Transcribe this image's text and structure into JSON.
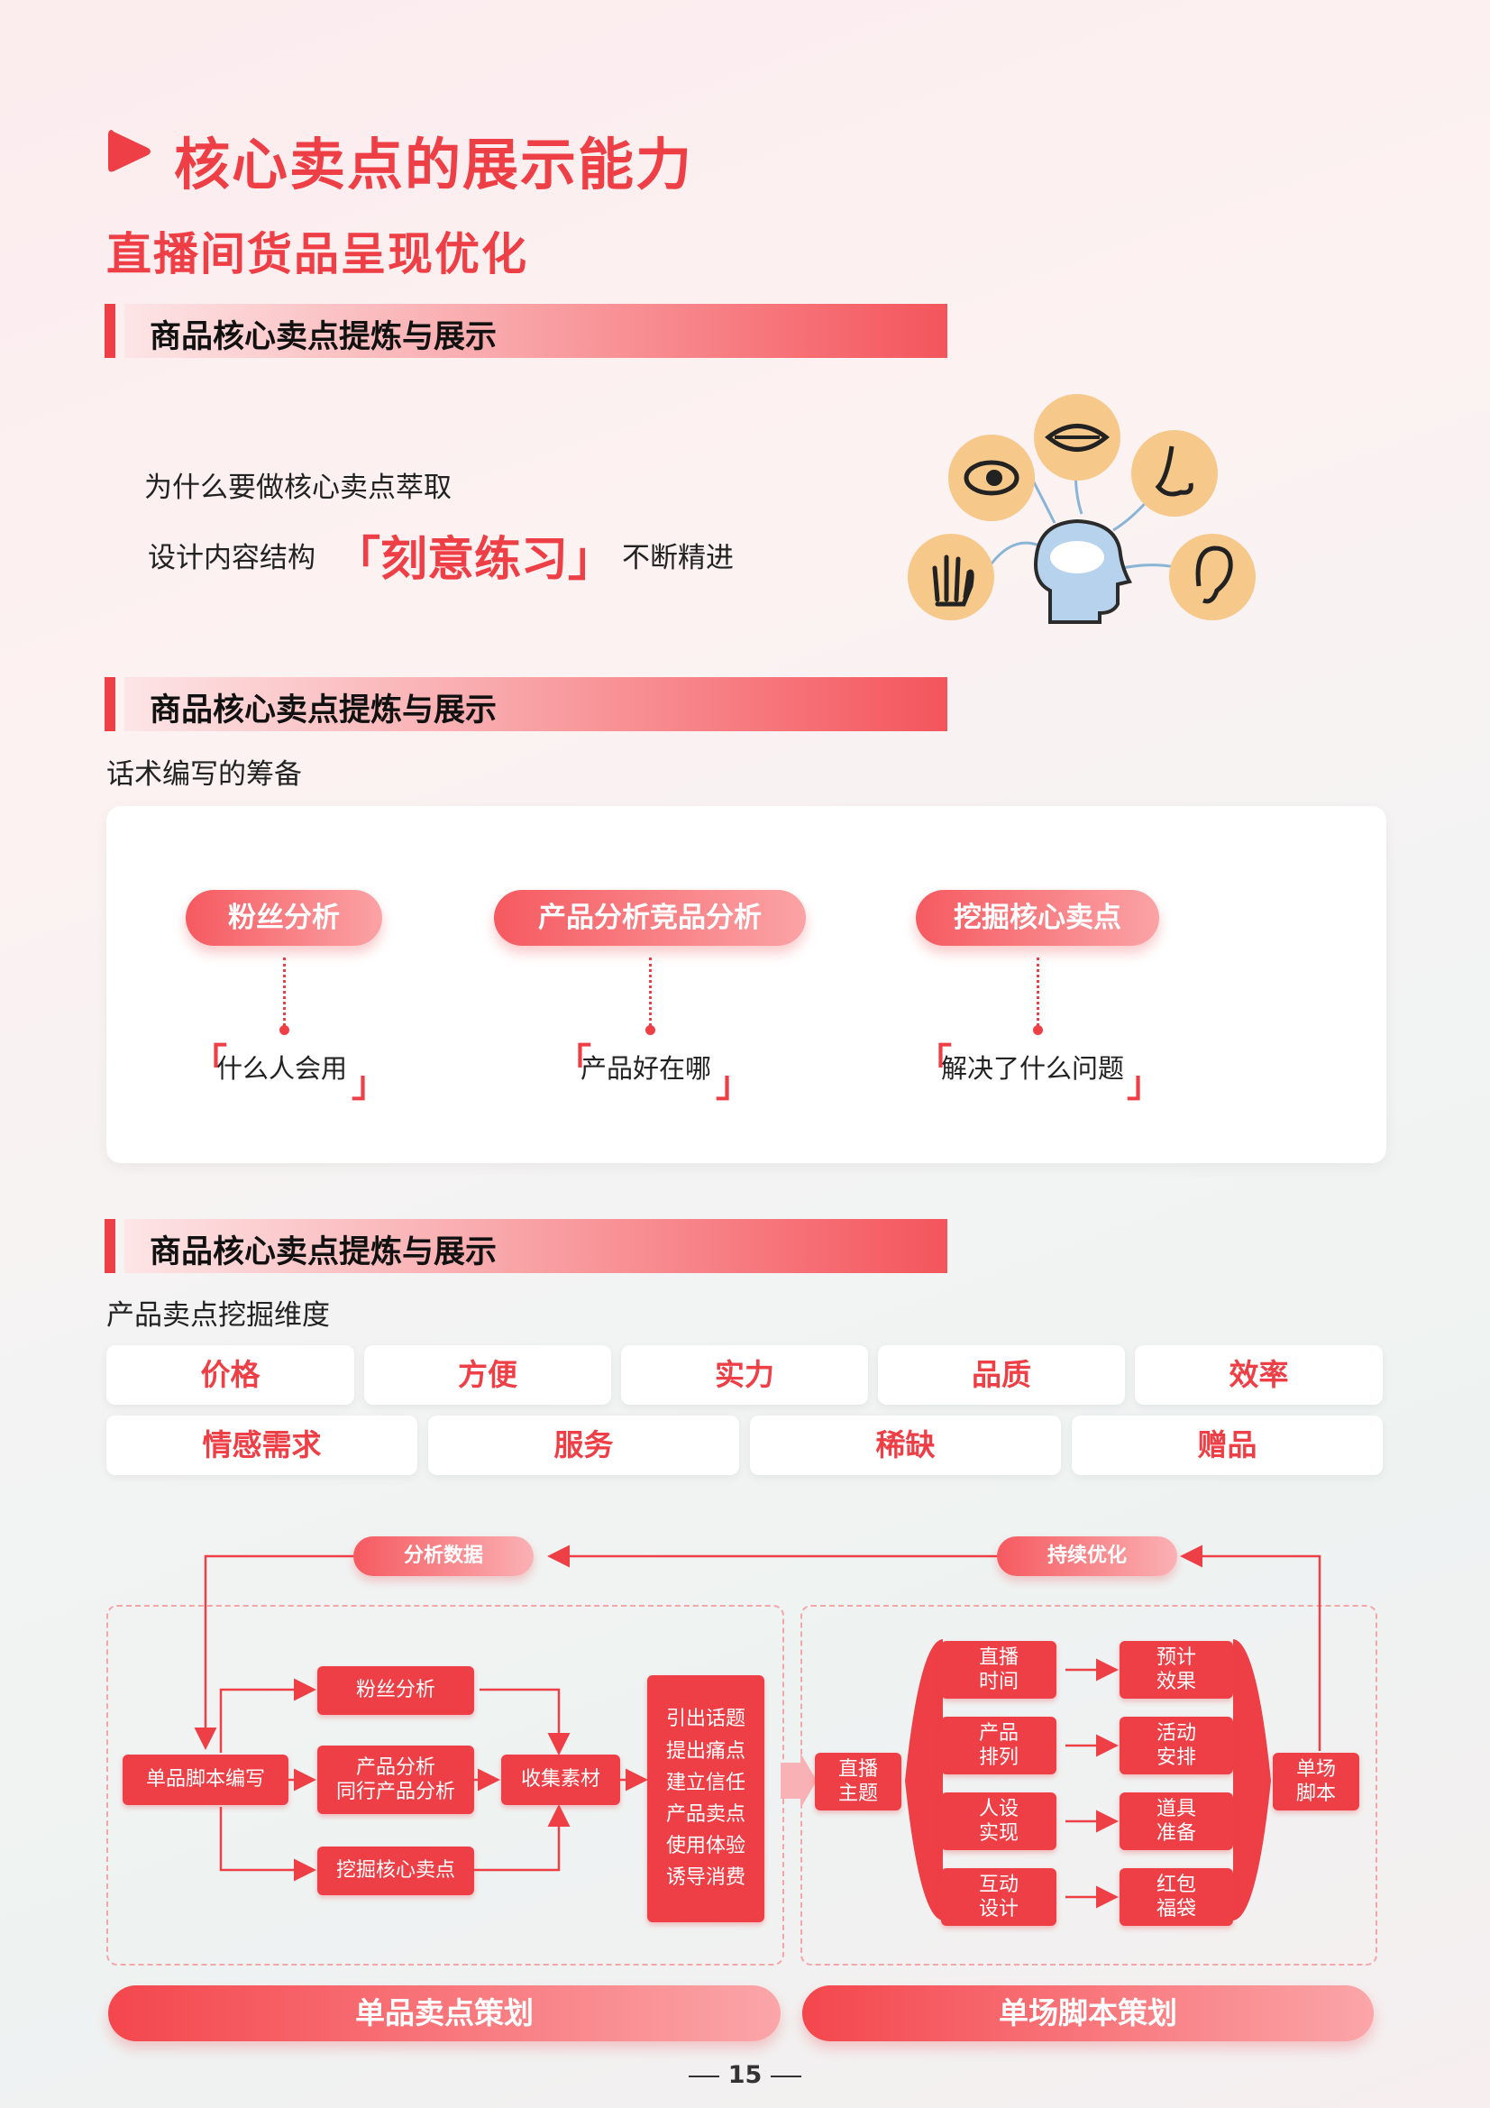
{
  "header": {
    "title": "核心卖点的展示能力",
    "subtitle": "直播间货品呈现优化"
  },
  "section1": {
    "bar_title": "商品核心卖点提炼与展示",
    "line1": "为什么要做核心卖点萃取",
    "line2_prefix": "设计内容结构",
    "line2_emphasis": "「刻意练习」",
    "line2_suffix": "不断精进"
  },
  "section2": {
    "bar_title": "商品核心卖点提炼与展示",
    "caption": "话术编写的筹备",
    "items": [
      {
        "label": "粉丝分析",
        "question": "什么人会用"
      },
      {
        "label": "产品分析竞品分析",
        "question": "产品好在哪"
      },
      {
        "label": "挖掘核心卖点",
        "question": "解决了什么问题"
      }
    ]
  },
  "section3": {
    "bar_title": "商品核心卖点提炼与展示",
    "caption": "产品卖点挖掘维度",
    "row1": [
      "价格",
      "方便",
      "实力",
      "品质",
      "效率"
    ],
    "row2": [
      "情感需求",
      "服务",
      "稀缺",
      "赠品"
    ]
  },
  "flow": {
    "top_left": "分析数据",
    "top_right": "持续优化",
    "left": {
      "start": "单品脚本编写",
      "branch1": "粉丝分析",
      "branch2_line1": "产品分析",
      "branch2_line2": "同行产品分析",
      "branch3": "挖掘核心卖点",
      "collect": "收集素材",
      "list": [
        "引出话题",
        "提出痛点",
        "建立信任",
        "产品卖点",
        "使用体验",
        "诱导消费"
      ]
    },
    "right": {
      "start_line1": "直播",
      "start_line2": "主题",
      "mid": [
        [
          "直播",
          "时间"
        ],
        [
          "产品",
          "排列"
        ],
        [
          "人设",
          "实现"
        ],
        [
          "互动",
          "设计"
        ]
      ],
      "out": [
        [
          "预计",
          "效果"
        ],
        [
          "活动",
          "安排"
        ],
        [
          "道具",
          "准备"
        ],
        [
          "红包",
          "福袋"
        ]
      ],
      "end_line1": "单场",
      "end_line2": "脚本"
    },
    "bottom_left": "单品卖点策划",
    "bottom_right": "单场脚本策划"
  },
  "page_number": "15",
  "colors": {
    "accent": "#ee3f46",
    "icon_bg": "#f6c88a"
  }
}
